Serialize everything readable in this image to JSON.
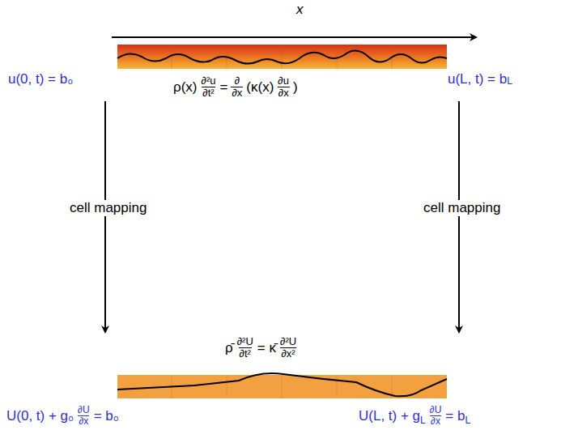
{
  "diagram": {
    "labels": [
      "x",
      "u(0, t) = b₀",
      "u(L, t) = b",
      "L",
      "ρ(x)",
      "∂²u",
      "∂t²",
      "=",
      "∂",
      "∂x",
      "(κ(x)",
      "∂u",
      "∂x",
      ")",
      "cell mapping",
      "cell mapping",
      "ρ̄",
      "∂²U",
      "∂t²",
      "= κ̄",
      "∂²U",
      "∂x²",
      "U(0, t) + g₀",
      "∂U",
      "∂x",
      "= b₀",
      "U(L, t) + g",
      "L",
      "∂U",
      "∂x",
      "= b",
      "L"
    ]
  }
}
